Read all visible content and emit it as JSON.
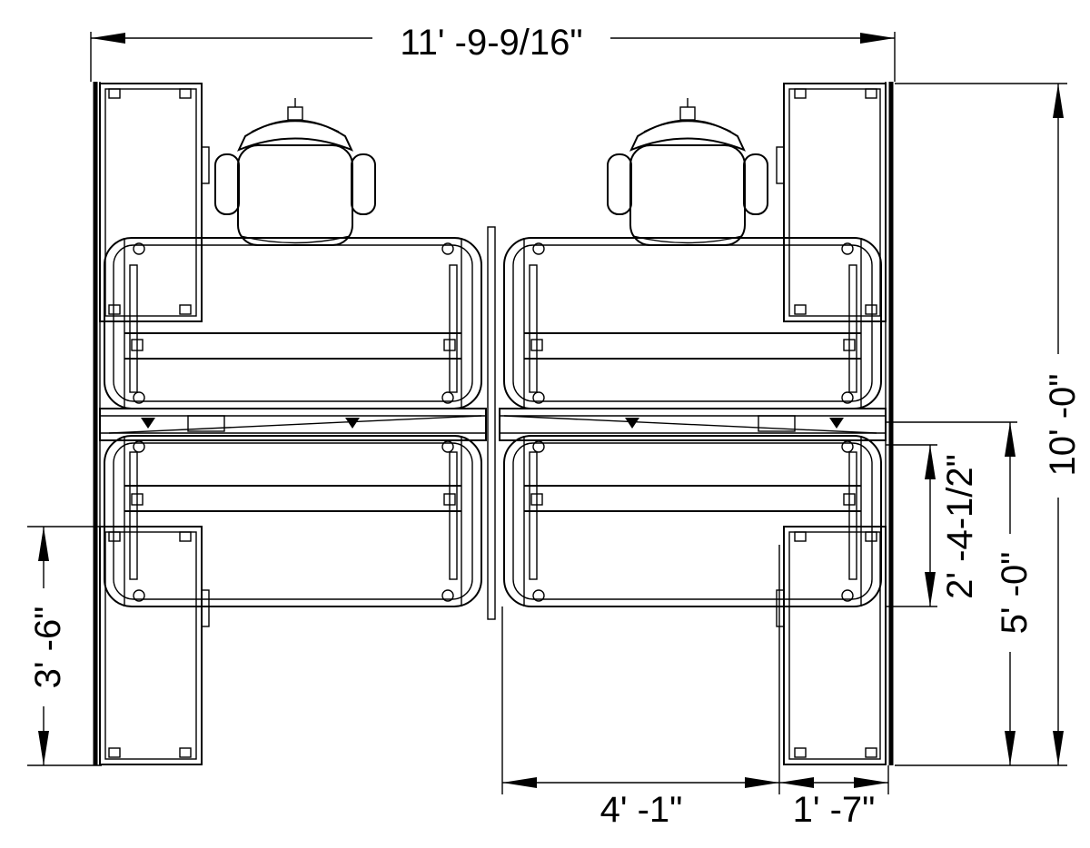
{
  "drawing": {
    "title": "Four-person workstation cluster plan",
    "colors": {
      "line": "#000000",
      "background": "#ffffff"
    },
    "dimensions": {
      "overall_width": "11' -9-9/16\"",
      "overall_depth": "10' -0\"",
      "half_depth": "5' -0\"",
      "desk_depth": "2' -4-1/2\"",
      "storage_length": "3' -6\"",
      "desk_width": "4' -1\"",
      "storage_width": "1' -7\""
    }
  }
}
